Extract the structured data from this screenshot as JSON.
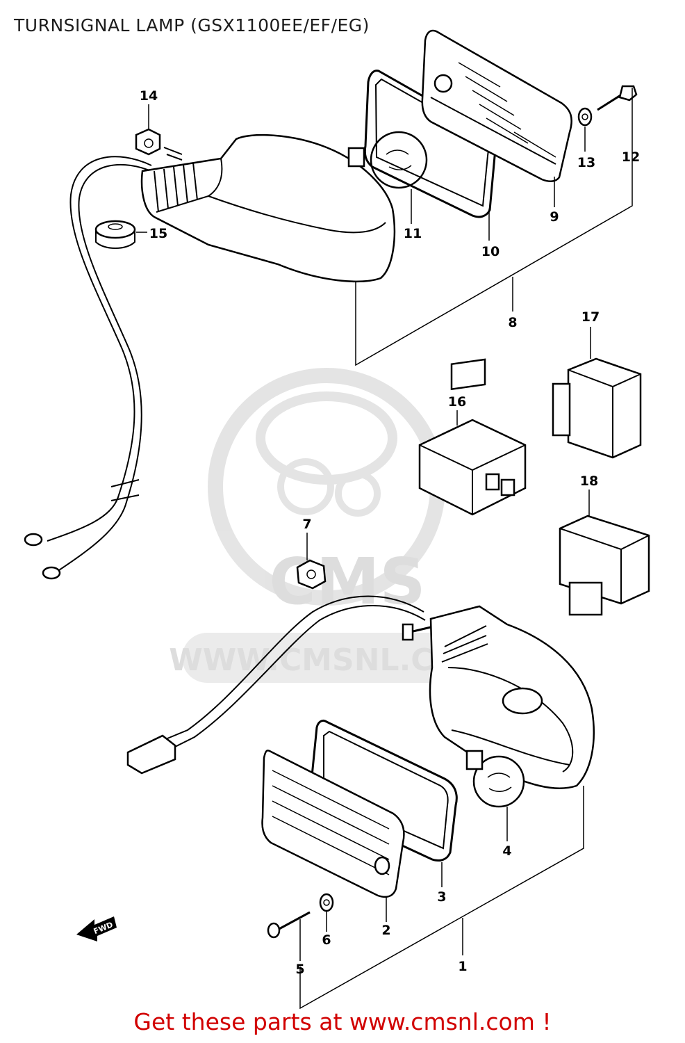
{
  "diagram": {
    "title": "TURNSIGNAL LAMP (GSX1100EE/EF/EG)",
    "footer": "Get these parts at www.cmsnl.com !",
    "watermark": {
      "logo_text": "CMS",
      "url_text": "WWW.CMSNL.COM"
    },
    "forward_arrow_label": "FWD",
    "colors": {
      "footer": "#d10000",
      "line": "#000000",
      "watermark": "#dadada"
    },
    "callouts": [
      {
        "id": "c1",
        "label": "1"
      },
      {
        "id": "c2",
        "label": "2"
      },
      {
        "id": "c3",
        "label": "3"
      },
      {
        "id": "c4",
        "label": "4"
      },
      {
        "id": "c5",
        "label": "5"
      },
      {
        "id": "c6",
        "label": "6"
      },
      {
        "id": "c7",
        "label": "7"
      },
      {
        "id": "c8",
        "label": "8"
      },
      {
        "id": "c9",
        "label": "9"
      },
      {
        "id": "c10",
        "label": "10"
      },
      {
        "id": "c11",
        "label": "11"
      },
      {
        "id": "c12",
        "label": "12"
      },
      {
        "id": "c13",
        "label": "13"
      },
      {
        "id": "c14",
        "label": "14"
      },
      {
        "id": "c15",
        "label": "15"
      },
      {
        "id": "c16",
        "label": "16"
      },
      {
        "id": "c17",
        "label": "17"
      },
      {
        "id": "c18",
        "label": "18"
      }
    ]
  }
}
